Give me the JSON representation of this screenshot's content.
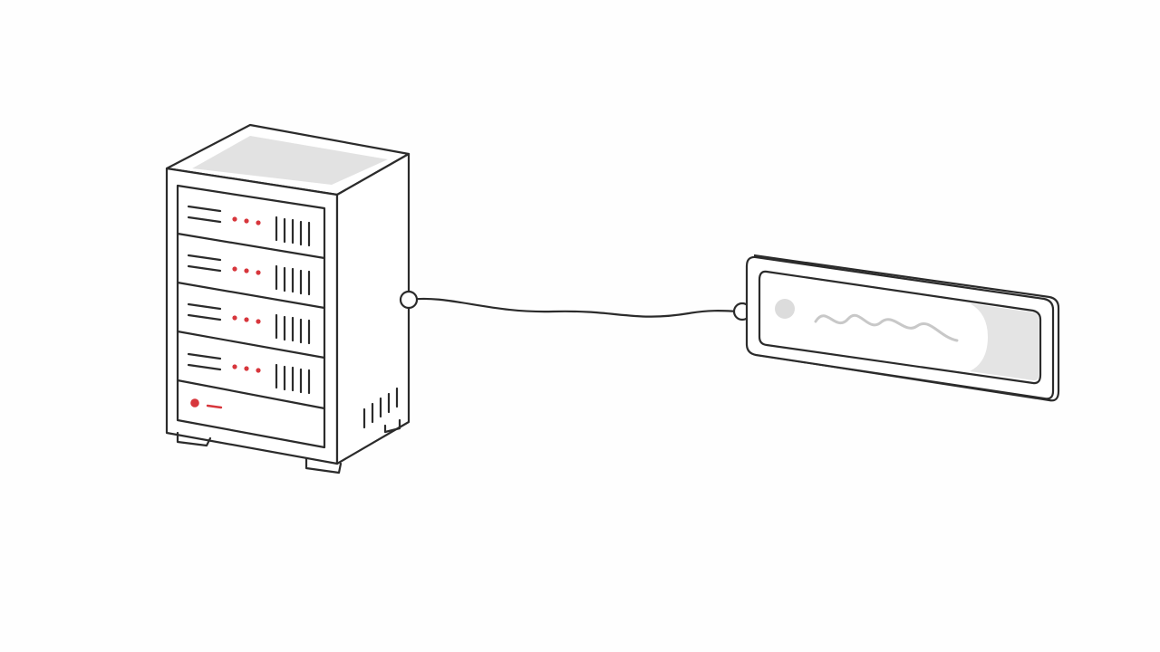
{
  "diagram": {
    "nodes": [
      {
        "id": "server",
        "kind": "server-rack",
        "icon": "server-rack-icon",
        "unit_count": 4,
        "has_power_unit": true
      },
      {
        "id": "device",
        "kind": "slot-device",
        "icon": "display-panel-icon"
      }
    ],
    "edges": [
      {
        "from": "server",
        "to": "device",
        "style": "curved-cable"
      }
    ],
    "colors": {
      "stroke": "#2b2b2b",
      "fill_top": "#e2e2e2",
      "indicator_red": "#d7363c",
      "wave_gray": "#c8c8c8",
      "screen_gray": "#e4e4e4",
      "background": "#fefefe"
    }
  }
}
